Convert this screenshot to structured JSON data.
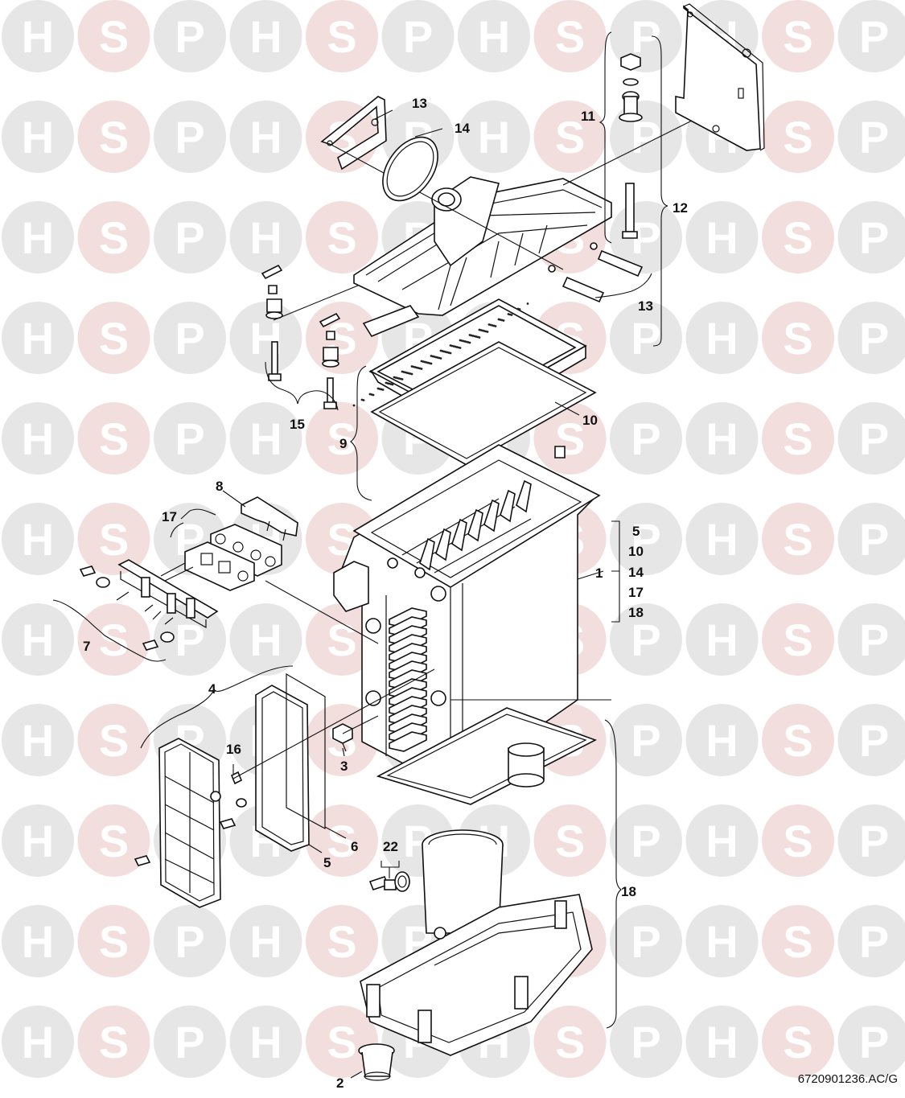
{
  "watermark": {
    "letters": [
      "H",
      "S",
      "P"
    ],
    "colors": {
      "H": "#e6e6e6",
      "S": "#f3dede",
      "P": "#e6e6e6"
    }
  },
  "labels": {
    "l1": "1",
    "l2": "2",
    "l3": "3",
    "l4": "4",
    "l5a": "5",
    "l5b": "5",
    "l6": "6",
    "l7": "7",
    "l8": "8",
    "l9": "9",
    "l10a": "10",
    "l10b": "10",
    "l11": "11",
    "l12": "12",
    "l13a": "13",
    "l13b": "13",
    "l14a": "14",
    "l14b": "14",
    "l15": "15",
    "l16": "16",
    "l17a": "17",
    "l17b": "17",
    "l18a": "18",
    "l18b": "18",
    "l22": "22"
  },
  "drawing_ref": "6720901236.AC/G"
}
